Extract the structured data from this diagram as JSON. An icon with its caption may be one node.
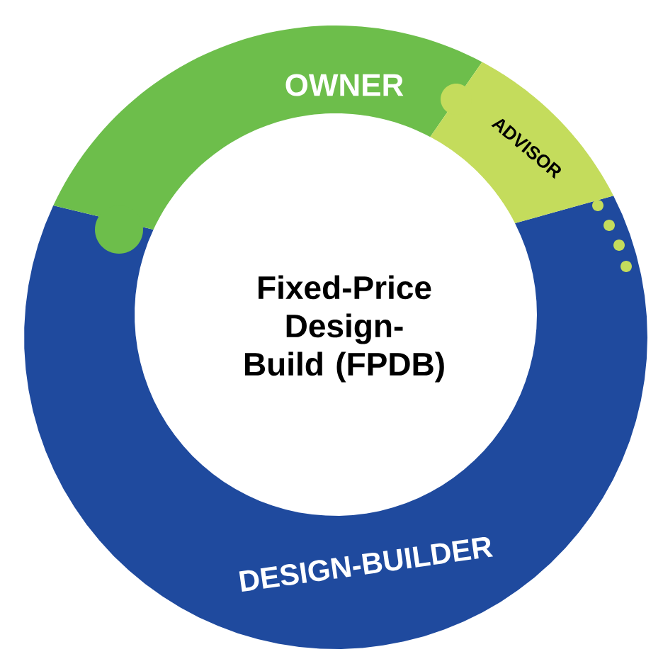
{
  "diagram": {
    "nodes": [
      {
        "text": [
          "OWNER"
        ]
      },
      {
        "text": [
          "ADVISOR"
        ]
      },
      {
        "text": [
          "Fixed-Price Design-Build (FPDB)"
        ]
      },
      {
        "text": [
          "DESIGN-BUILDER"
        ]
      }
    ],
    "edges": []
  }
}
